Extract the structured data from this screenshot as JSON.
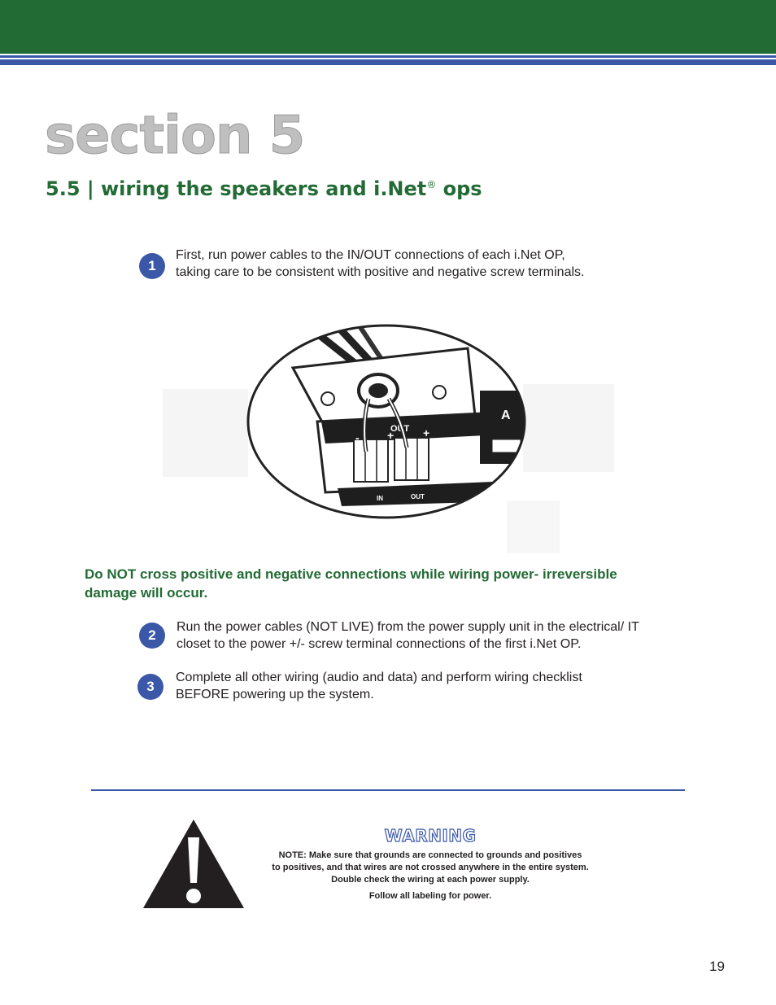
{
  "header": {
    "section_title": "section 5",
    "subtitle_main": "5.5 | wiring the speakers and i.Net",
    "subtitle_reg": "®",
    "subtitle_end": " ops"
  },
  "steps": [
    {
      "number": "1",
      "text": "First, run power cables to the IN/OUT connections of each i.Net OP,\ntaking care to be consistent with positive and negative screw terminals."
    },
    {
      "number": "2",
      "text": "Run the power cables (NOT LIVE) from the power supply unit in the electrical/ IT\ncloset to the power +/- screw terminal connections of the first i.Net OP."
    },
    {
      "number": "3",
      "text": "Complete all other wiring (audio and data) and perform wiring checklist\nBEFORE powering up the system."
    }
  ],
  "figure": {
    "out_label": "OUT",
    "in_label": "IN",
    "a_label": "A",
    "plus": "+",
    "minus": "-"
  },
  "caution": "Do NOT cross positive and negative connections while wiring power- irreversible\ndamage will occur.",
  "warning": {
    "title": "WARNING",
    "note": "NOTE: Make sure that grounds are connected to grounds and positives\nto positives, and that wires are not crossed anywhere in the entire system.\nDouble check the wiring at each power supply.",
    "follow": "Follow all labeling for power."
  },
  "page_number": "19",
  "colors": {
    "green": "#236b35",
    "blue": "#3b58a8",
    "gray_title": "#bfbfbf"
  }
}
